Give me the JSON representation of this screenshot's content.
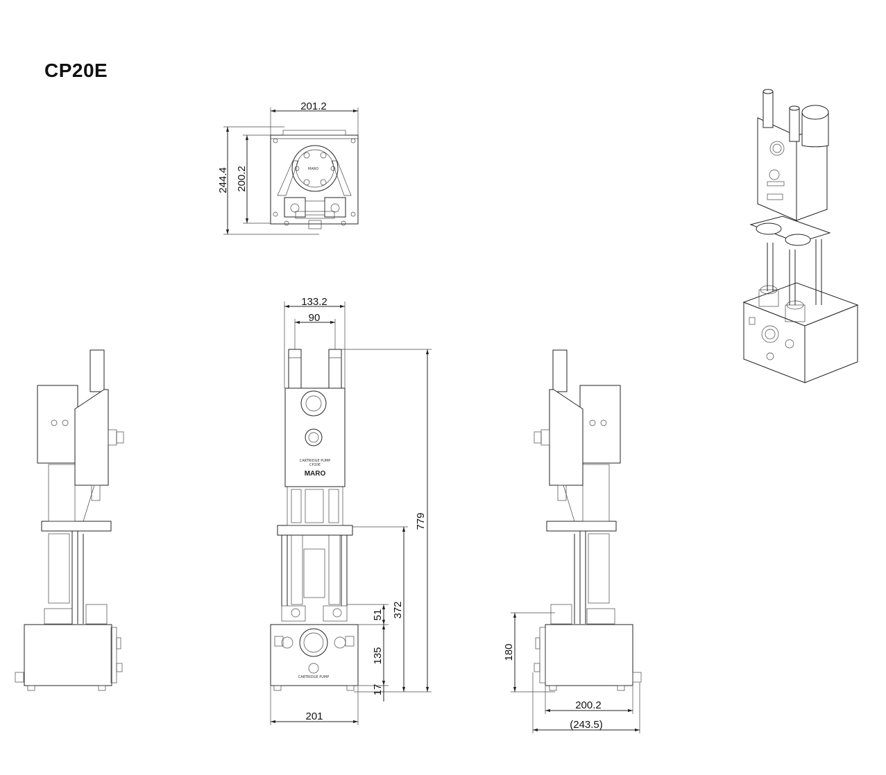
{
  "title": "CP20E",
  "top_view": {
    "width_dim": "201.2",
    "height_outer_dim": "244.4",
    "height_inner_dim": "200.2"
  },
  "front_view": {
    "rods_outer_dim": "133.2",
    "rods_inner_dim": "90",
    "total_height_dim": "779",
    "lower_height_dim": "372",
    "dim_51": "51",
    "dim_135": "135",
    "dim_17": "17",
    "base_width_dim": "201",
    "panel_label_main": "CARTRIDGE PUMP",
    "panel_label_sub": "CP20E",
    "brand": "MARO",
    "base_label": "CARTRIDGE PUMP"
  },
  "right_view": {
    "height_dim": "180",
    "depth_dim": "200.2",
    "depth_total_dim": "(243.5)"
  }
}
